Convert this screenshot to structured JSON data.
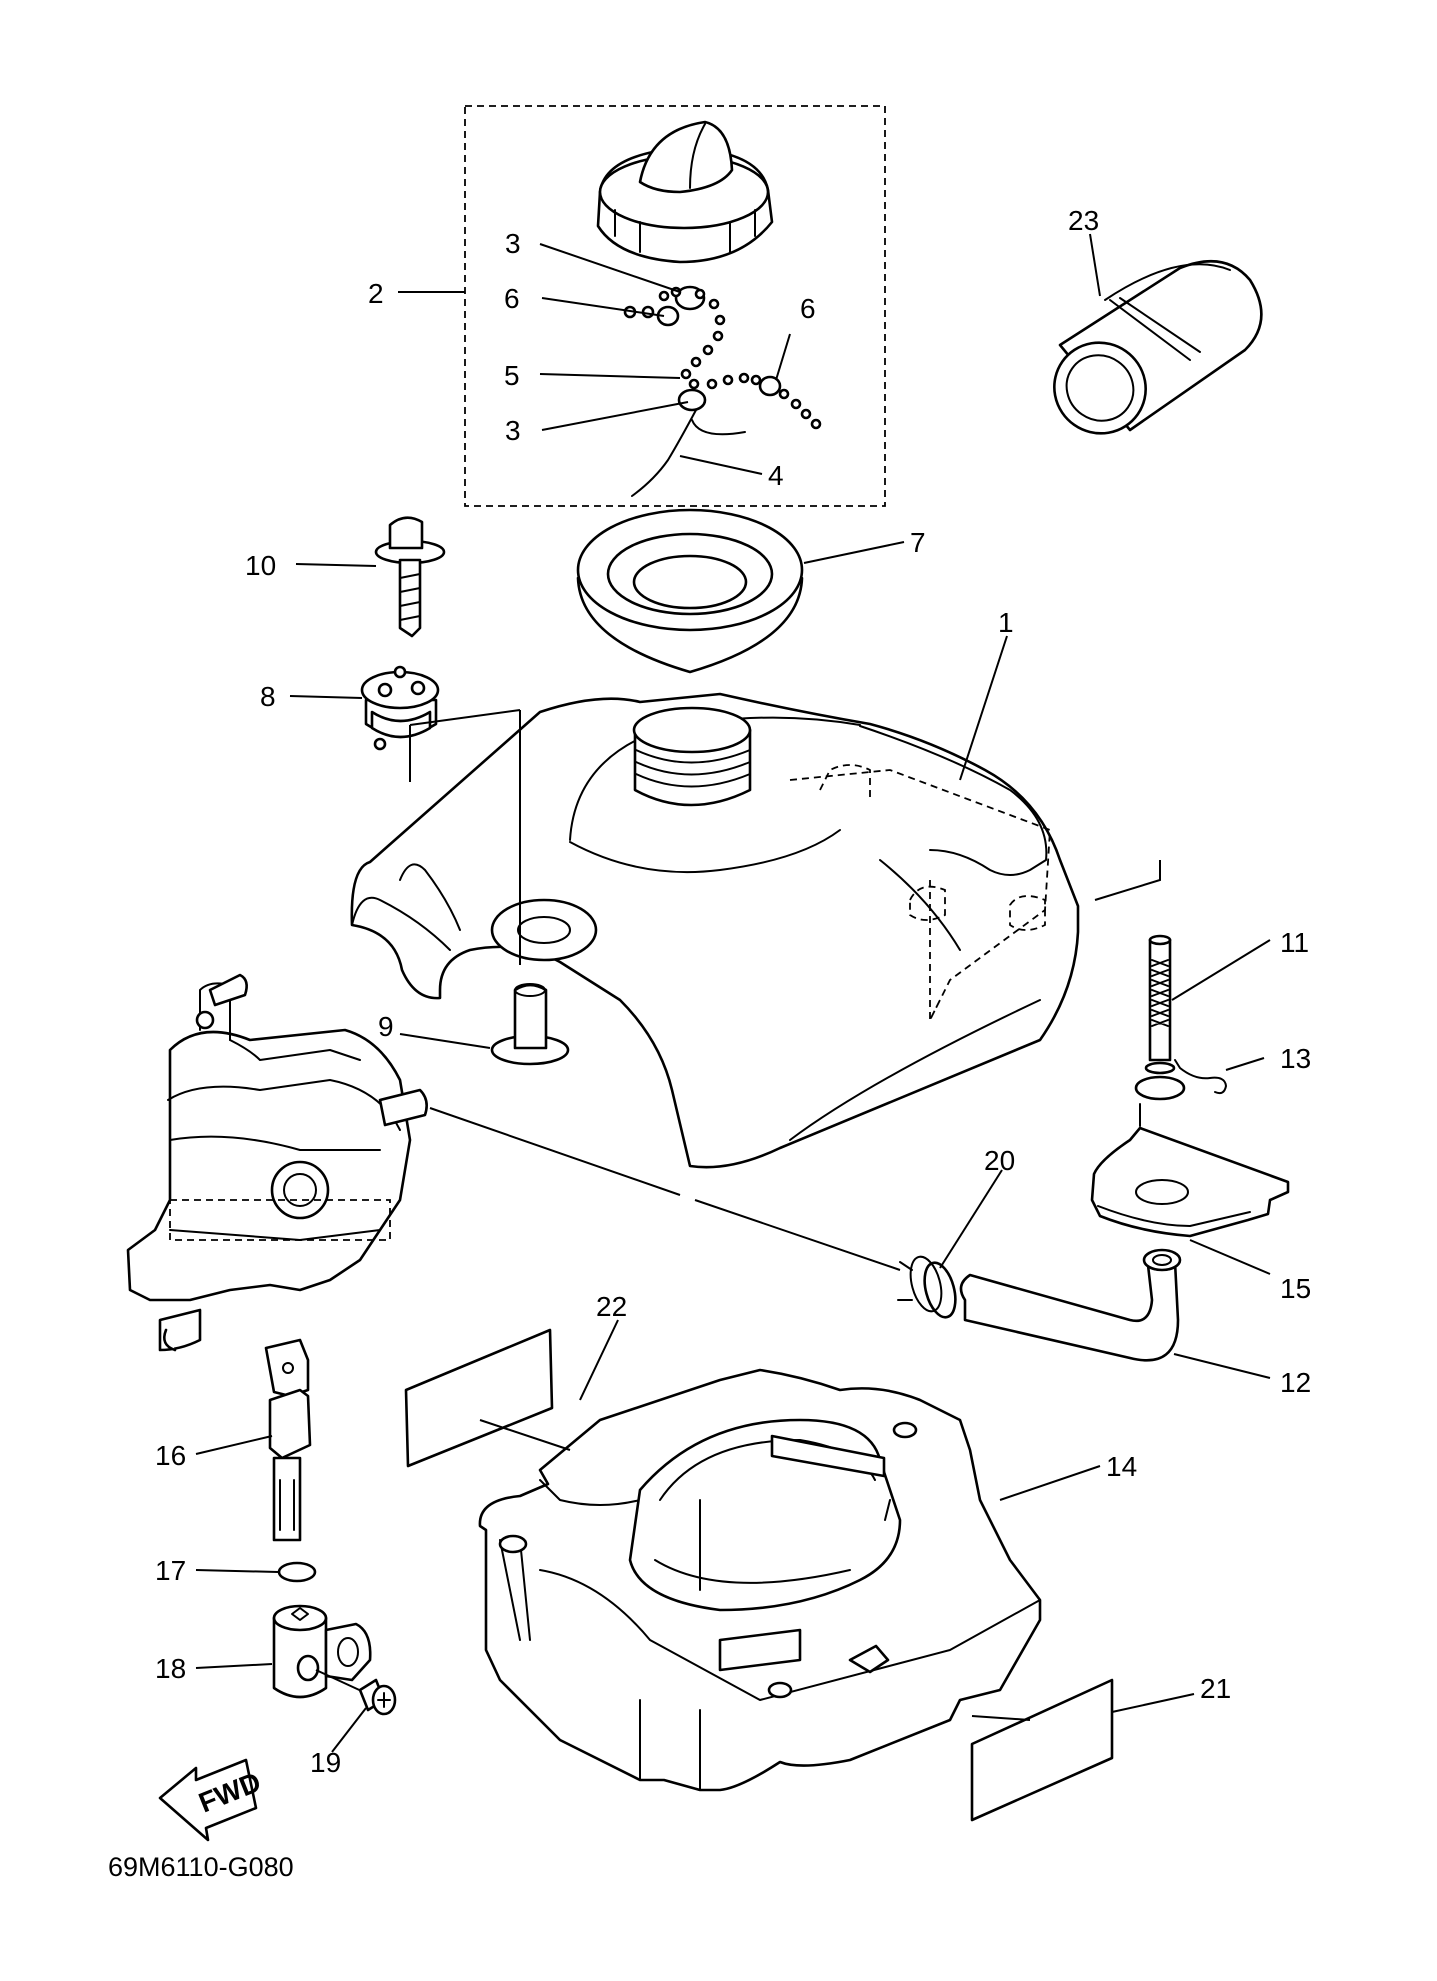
{
  "diagram_code": "69M6110-G080",
  "fwd_label": "FWD",
  "callouts": [
    "1",
    "2",
    "3",
    "3",
    "4",
    "5",
    "6",
    "6",
    "7",
    "8",
    "9",
    "10",
    "11",
    "12",
    "13",
    "14",
    "15",
    "16",
    "17",
    "18",
    "19",
    "20",
    "21",
    "22",
    "23"
  ]
}
